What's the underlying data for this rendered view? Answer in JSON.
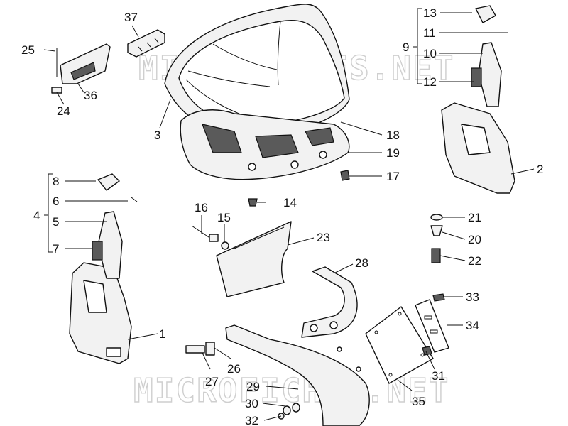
{
  "watermark": "MICROFICHES.NET",
  "callouts": [
    {
      "id": "1",
      "text": "1"
    },
    {
      "id": "2",
      "text": "2"
    },
    {
      "id": "3",
      "text": "3"
    },
    {
      "id": "4",
      "text": "4"
    },
    {
      "id": "5",
      "text": "5"
    },
    {
      "id": "6",
      "text": "6"
    },
    {
      "id": "7",
      "text": "7"
    },
    {
      "id": "8",
      "text": "8"
    },
    {
      "id": "9",
      "text": "9"
    },
    {
      "id": "10",
      "text": "10"
    },
    {
      "id": "11",
      "text": "11"
    },
    {
      "id": "12",
      "text": "12"
    },
    {
      "id": "13",
      "text": "13"
    },
    {
      "id": "14",
      "text": "14"
    },
    {
      "id": "15",
      "text": "15"
    },
    {
      "id": "16",
      "text": "16"
    },
    {
      "id": "17",
      "text": "17"
    },
    {
      "id": "18",
      "text": "18"
    },
    {
      "id": "19",
      "text": "19"
    },
    {
      "id": "20",
      "text": "20"
    },
    {
      "id": "21",
      "text": "21"
    },
    {
      "id": "22",
      "text": "22"
    },
    {
      "id": "23",
      "text": "23"
    },
    {
      "id": "24",
      "text": "24"
    },
    {
      "id": "25",
      "text": "25"
    },
    {
      "id": "26",
      "text": "26"
    },
    {
      "id": "27",
      "text": "27"
    },
    {
      "id": "28",
      "text": "28"
    },
    {
      "id": "29",
      "text": "29"
    },
    {
      "id": "30",
      "text": "30"
    },
    {
      "id": "31",
      "text": "31"
    },
    {
      "id": "32",
      "text": "32"
    },
    {
      "id": "33",
      "text": "33"
    },
    {
      "id": "34",
      "text": "34"
    },
    {
      "id": "35",
      "text": "35"
    },
    {
      "id": "36",
      "text": "36"
    },
    {
      "id": "37",
      "text": "37"
    }
  ]
}
